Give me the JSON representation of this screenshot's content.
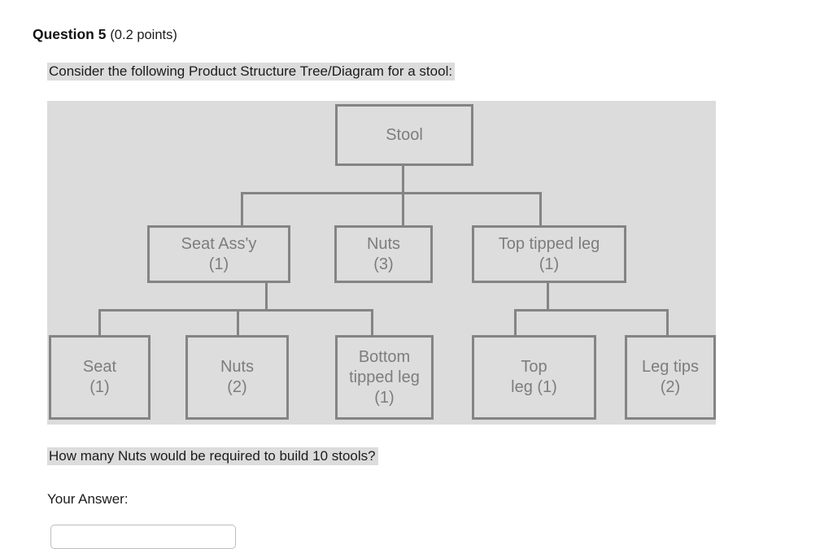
{
  "header": {
    "question_label": "Question 5",
    "points": "(0.2 points)"
  },
  "prompts": {
    "intro": "Consider the following Product Structure Tree/Diagram for a stool:",
    "question": "How many Nuts would be required to build 10 stools?",
    "answer_label": "Your Answer:"
  },
  "answer": {
    "value": "",
    "placeholder": ""
  },
  "colors": {
    "highlight": "#dcdcdc",
    "panel_background": "#dcdcdc",
    "node_border": "#848484",
    "node_text": "#7d7d7d",
    "page_text": "#1c1c1c"
  },
  "diagram": {
    "title": "Product Structure Tree/Diagram for a stool",
    "nodes": [
      {
        "id": "stool",
        "line1": "Stool",
        "line2": "",
        "line3": "",
        "quantity": ""
      },
      {
        "id": "seat-assy",
        "line1": "Seat Ass'y",
        "line2": "(1)",
        "line3": "",
        "quantity": "1"
      },
      {
        "id": "nuts-level2",
        "line1": "Nuts",
        "line2": "(3)",
        "line3": "",
        "quantity": "3"
      },
      {
        "id": "top-tipped-leg",
        "line1": "Top tipped leg",
        "line2": "(1)",
        "line3": "",
        "quantity": "1"
      },
      {
        "id": "seat",
        "line1": "Seat",
        "line2": "(1)",
        "line3": "",
        "quantity": "1"
      },
      {
        "id": "nuts-level3",
        "line1": "Nuts",
        "line2": "(2)",
        "line3": "",
        "quantity": "2"
      },
      {
        "id": "bottom-tipped-leg",
        "line1": "Bottom",
        "line2": "tipped leg",
        "line3": "(1)",
        "quantity": "1"
      },
      {
        "id": "top-leg",
        "line1": "Top",
        "line2": "leg (1)",
        "line3": "",
        "quantity": "1"
      },
      {
        "id": "leg-tips",
        "line1": "Leg tips",
        "line2": "(2)",
        "line3": "",
        "quantity": "2"
      }
    ]
  }
}
